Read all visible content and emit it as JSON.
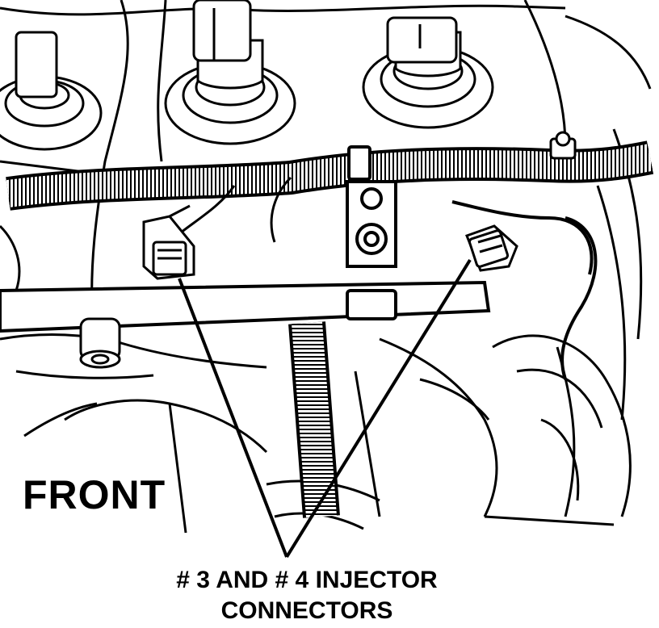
{
  "labels": {
    "orientation": "FRONT",
    "callout_line1": "# 3 AND # 4 INJECTOR",
    "callout_line2": "CONNECTORS"
  },
  "components": [
    "ignition-coil-boot-left",
    "ignition-coil-boot-center",
    "ignition-coil-boot-right",
    "wiring-harness",
    "injector-connector-3",
    "injector-connector-4",
    "harness-bracket",
    "fuel-rail",
    "corrugated-conduit",
    "mounting-bolt"
  ],
  "colors": {
    "ink": "#000000",
    "paper": "#ffffff"
  }
}
